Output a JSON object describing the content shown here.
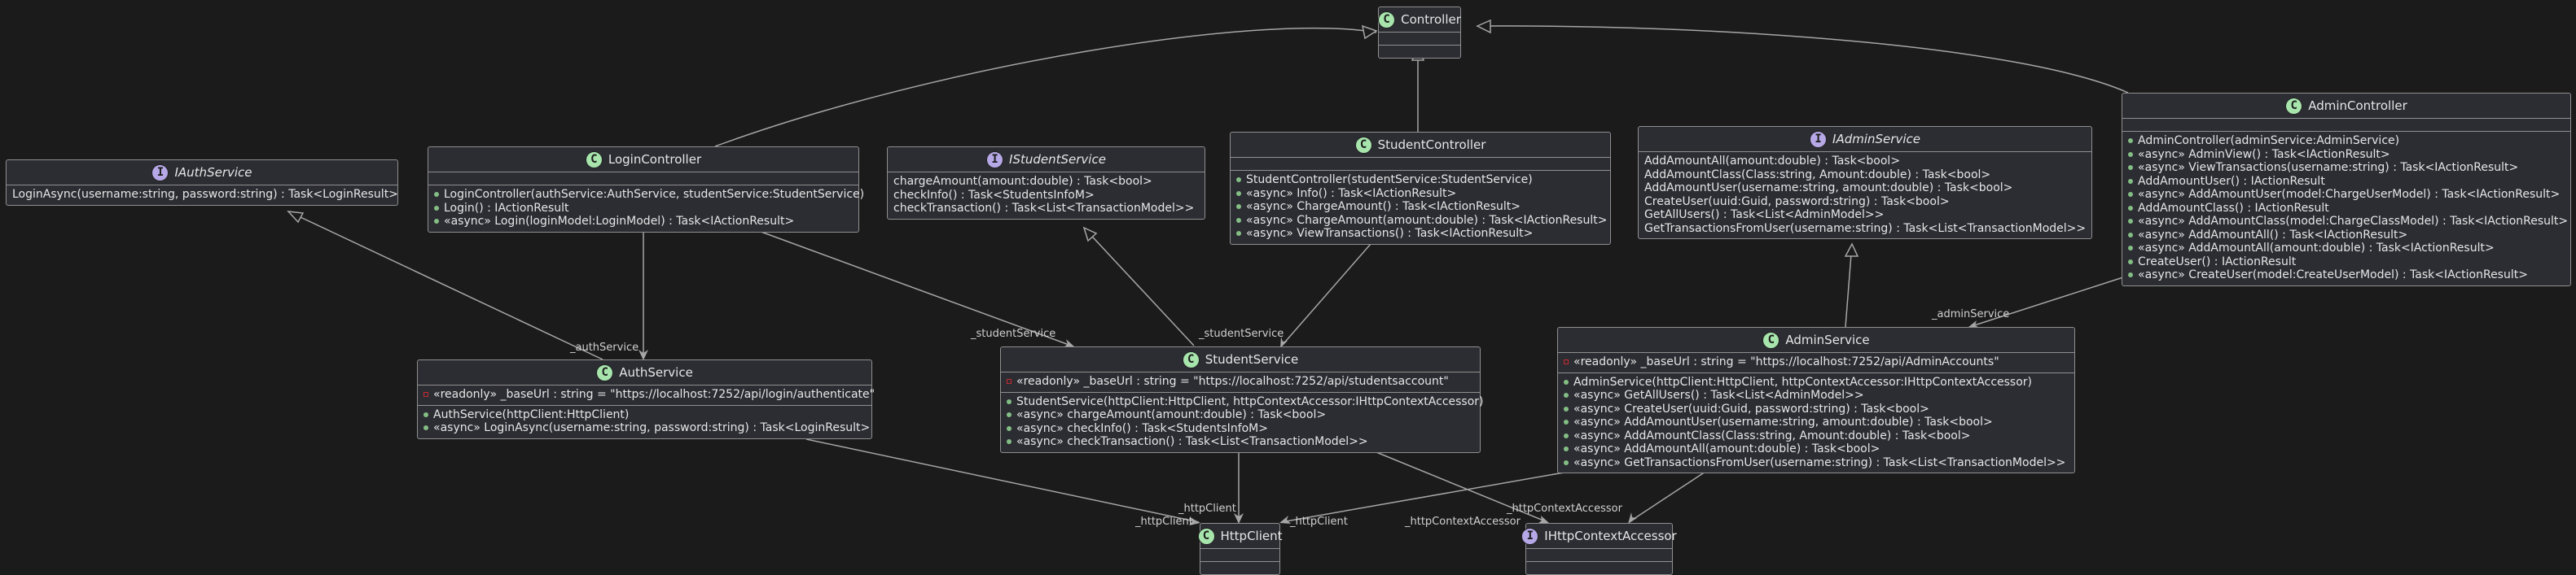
{
  "classes": {
    "controller": {
      "name": "Controller",
      "kind": "C"
    },
    "iauth": {
      "name": "IAuthService",
      "kind": "I",
      "methods": [
        "LoginAsync(username:string, password:string) : Task<LoginResult>"
      ]
    },
    "login": {
      "name": "LoginController",
      "kind": "C",
      "methods": [
        "LoginController(authService:AuthService, studentService:StudentService)",
        "Login() : IActionResult",
        "«async» Login(loginModel:LoginModel) : Task<IActionResult>"
      ]
    },
    "istudent": {
      "name": "IStudentService",
      "kind": "I",
      "methods": [
        "chargeAmount(amount:double) : Task<bool>",
        "checkInfo() : Task<StudentsInfoM>",
        "checkTransaction() : Task<List<TransactionModel>>"
      ]
    },
    "studentctl": {
      "name": "StudentController",
      "kind": "C",
      "methods": [
        "StudentController(studentService:StudentService)",
        "«async» Info() : Task<IActionResult>",
        "«async» ChargeAmount() : Task<IActionResult>",
        "«async» ChargeAmount(amount:double) : Task<IActionResult>",
        "«async» ViewTransactions() : Task<IActionResult>"
      ]
    },
    "iadmin": {
      "name": "IAdminService",
      "kind": "I",
      "methods": [
        "AddAmountAll(amount:double) : Task<bool>",
        "AddAmountClass(Class:string, Amount:double) : Task<bool>",
        "AddAmountUser(username:string, amount:double) : Task<bool>",
        "CreateUser(uuid:Guid, password:string) : Task<bool>",
        "GetAllUsers() : Task<List<AdminModel>>",
        "GetTransactionsFromUser(username:string) : Task<List<TransactionModel>>"
      ]
    },
    "adminctl": {
      "name": "AdminController",
      "kind": "C",
      "methods": [
        "AdminController(adminService:AdminService)",
        "«async» AdminView() : Task<IActionResult>",
        "«async» ViewTransactions(username:string) : Task<IActionResult>",
        "AddAmountUser() : IActionResult",
        "«async» AddAmountUser(model:ChargeUserModel) : Task<IActionResult>",
        "AddAmountClass() : IActionResult",
        "«async» AddAmountClass(model:ChargeClassModel) : Task<IActionResult>",
        "«async» AddAmountAll() : Task<IActionResult>",
        "«async» AddAmountAll(amount:double) : Task<IActionResult>",
        "CreateUser() : IActionResult",
        "«async» CreateUser(model:CreateUserModel) : Task<IActionResult>"
      ]
    },
    "auth": {
      "name": "AuthService",
      "kind": "C",
      "fields": [
        "«readonly» _baseUrl : string = \"https://localhost:7252/api/login/authenticate\""
      ],
      "methods": [
        "AuthService(httpClient:HttpClient)",
        "«async» LoginAsync(username:string, password:string) : Task<LoginResult>"
      ]
    },
    "student": {
      "name": "StudentService",
      "kind": "C",
      "fields": [
        "«readonly» _baseUrl : string = \"https://localhost:7252/api/studentsaccount\""
      ],
      "methods": [
        "StudentService(httpClient:HttpClient, httpContextAccessor:IHttpContextAccessor)",
        "«async» chargeAmount(amount:double) : Task<bool>",
        "«async» checkInfo() : Task<StudentsInfoM>",
        "«async» checkTransaction() : Task<List<TransactionModel>>"
      ]
    },
    "admin": {
      "name": "AdminService",
      "kind": "C",
      "fields": [
        "«readonly» _baseUrl : string = \"https://localhost:7252/api/AdminAccounts\""
      ],
      "methods": [
        "AdminService(httpClient:HttpClient, httpContextAccessor:IHttpContextAccessor)",
        "«async» GetAllUsers() : Task<List<AdminModel>>",
        "«async» CreateUser(uuid:Guid, password:string) : Task<bool>",
        "«async» AddAmountUser(username:string, amount:double) : Task<bool>",
        "«async» AddAmountClass(Class:string, Amount:double) : Task<bool>",
        "«async» AddAmountAll(amount:double) : Task<bool>",
        "«async» GetTransactionsFromUser(username:string) : Task<List<TransactionModel>>"
      ]
    },
    "http": {
      "name": "HttpClient",
      "kind": "C"
    },
    "ihttp": {
      "name": "IHttpContextAccessor",
      "kind": "I"
    }
  },
  "labels": {
    "auth_service": "_authService",
    "student_service_login": "_studentService",
    "student_service_ctl": "_studentService",
    "admin_service": "_adminService",
    "http_auth": "_httpClient",
    "http_student": "_httpClient",
    "http_admin": "_httpClient",
    "ctx_student": "_httpContextAccessor",
    "ctx_admin": "_httpContextAccessor"
  },
  "colors": {
    "background": "#1b1b1b",
    "box_fill": "#2c2d33",
    "border": "#8f8f8f",
    "class_badge": "#a7e5ad",
    "interface_badge": "#b6a8e6",
    "public_marker": "#84be84",
    "private_marker": "#c82930"
  }
}
